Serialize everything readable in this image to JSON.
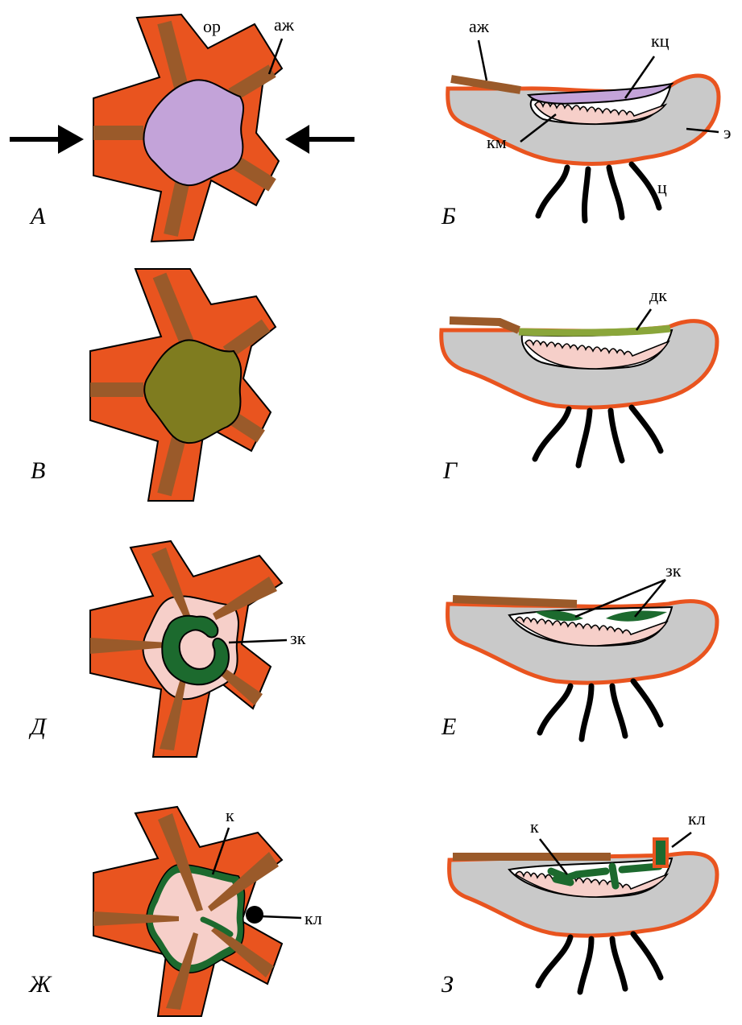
{
  "labels": {
    "or": "ор",
    "azh": "аж",
    "kc": "кц",
    "km": "км",
    "e": "э",
    "c": "ц",
    "dk": "дк",
    "zk": "зк",
    "k": "к",
    "kl": "кл"
  },
  "panels": {
    "A": "А",
    "B": "Б",
    "V": "В",
    "G": "Г",
    "D": "Д",
    "E": "Е",
    "Zh": "Ж",
    "Z": "З"
  },
  "colors": {
    "arm_orange": "#e9541f",
    "canal_brown": "#9a5a2a",
    "mouth_lilac": "#c3a3d9",
    "mouth_olive": "#7f7c1f",
    "dark_green": "#1c6a2e",
    "olive_line": "#8aa63a",
    "pink": "#f6cfc9",
    "body_gray": "#c9c9c9"
  }
}
